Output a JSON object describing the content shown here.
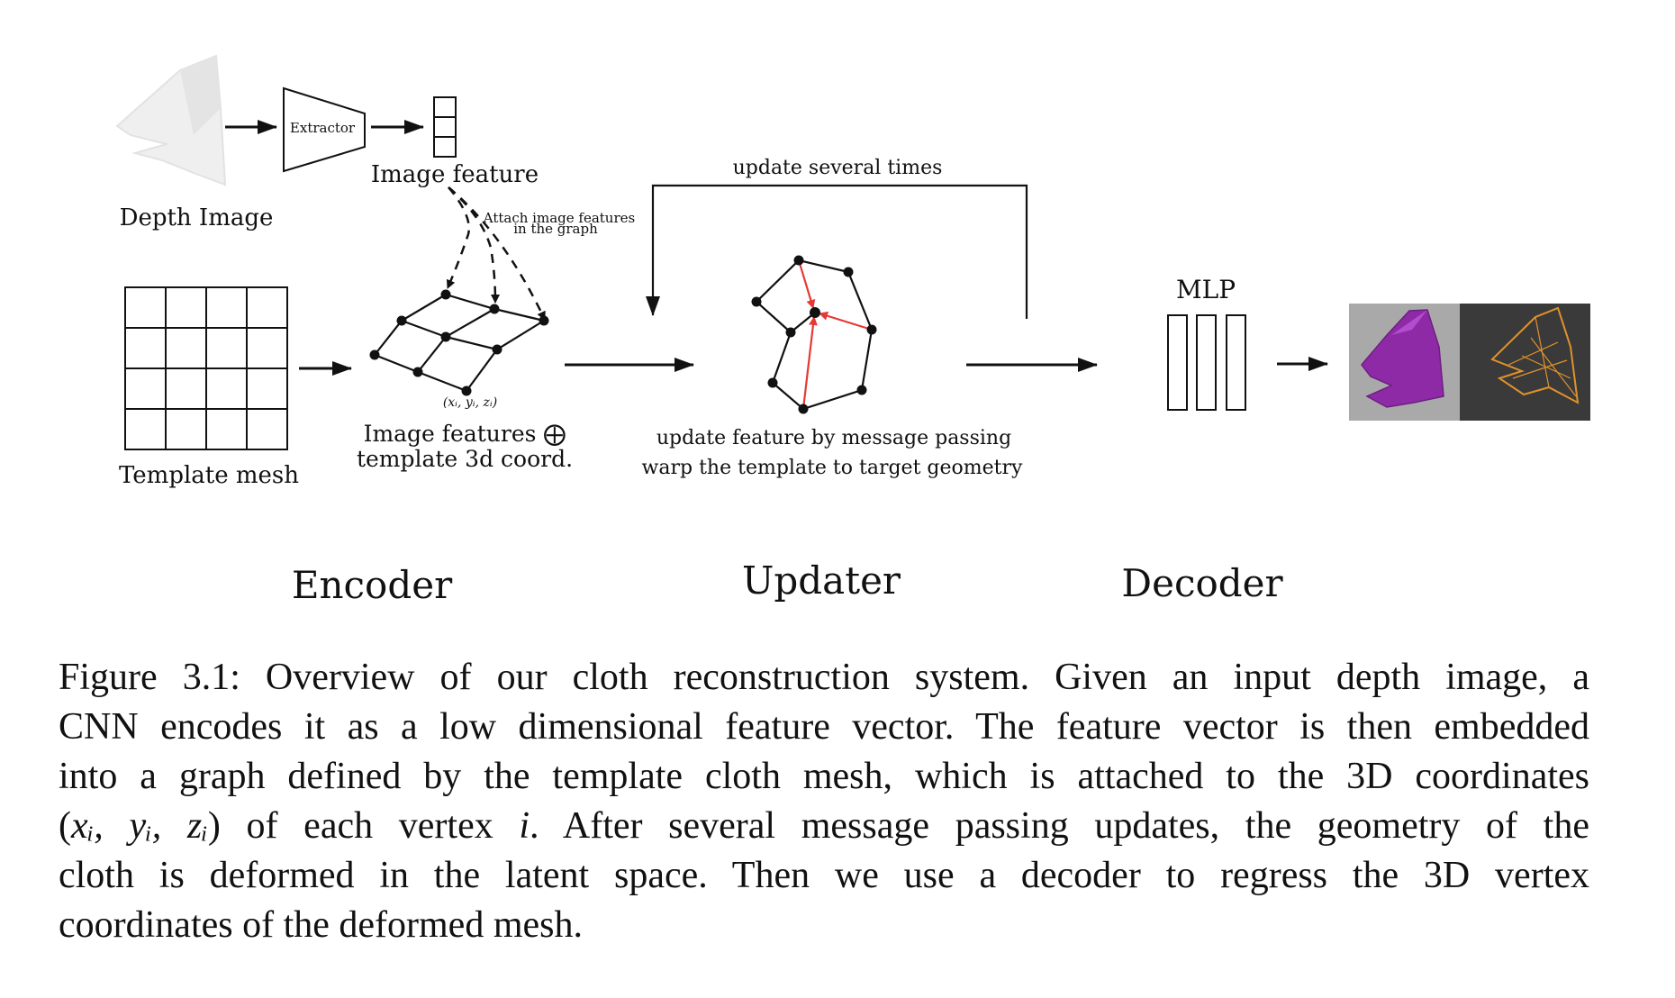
{
  "diagram": {
    "depth_image_label": "Depth Image",
    "extractor_label": "Extractor",
    "image_feature_label": "Image feature",
    "attach_note_line1": "Attach image features",
    "attach_note_line2": "in the graph",
    "template_mesh_label": "Template mesh",
    "vertex_coord_label": "(xᵢ, yᵢ, zᵢ)",
    "encoder_sub_line1": "Image features ⨁",
    "encoder_sub_line2": "template 3d coord.",
    "update_loop_label": "update several times",
    "updater_sub_line1": "update feature by message passing",
    "updater_sub_line2": "warp the template to target geometry",
    "mlp_label": "MLP",
    "stage_encoder": "Encoder",
    "stage_updater": "Updater",
    "stage_decoder": "Decoder"
  },
  "colors": {
    "cloth_purple": "#8e2aa6",
    "wireframe_orange": "#e0922c",
    "message_red": "#e53935",
    "render_bg_light": "#a9a9a9",
    "render_bg_dark": "#3a3a3a"
  },
  "caption": {
    "line1": "Figure 3.1: Overview of our cloth reconstruction system. Given an input depth image, a",
    "line2": "CNN encodes it as a low dimensional feature vector. The feature vector is then embedded",
    "line3": "into a graph defined by the template cloth mesh, which is attached to the 3D coordinates",
    "line4_pre": "(",
    "line4_math": "xᵢ, yᵢ, zᵢ",
    "line4_mid": ") of each vertex ",
    "line4_i": "i",
    "line4_post": ". After several message passing updates, the geometry of the",
    "line5": "cloth is deformed in the latent space. Then we use a decoder to regress the 3D vertex",
    "line6": "coordinates of the deformed mesh."
  }
}
